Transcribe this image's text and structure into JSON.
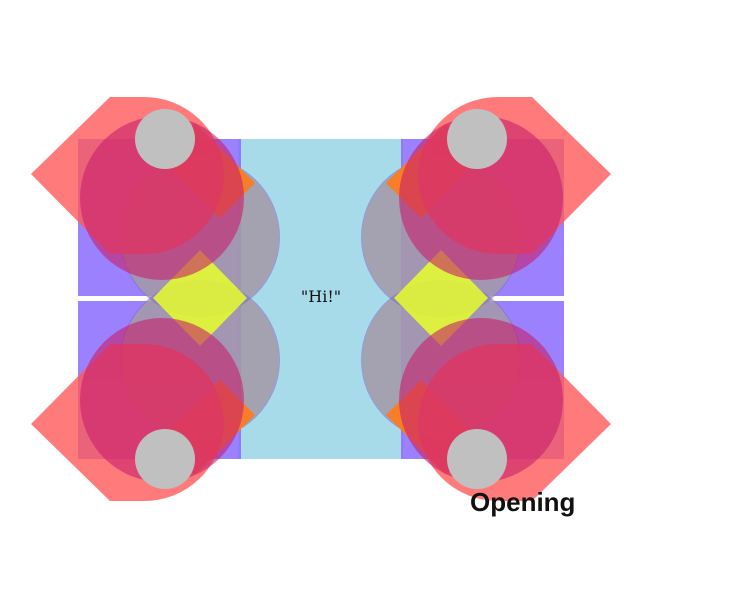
{
  "greeting": "\"Hi!\"",
  "status_label": "Opening",
  "colors": {
    "background": "#ffffff",
    "center_panel": "#a8dbe9",
    "side_panel": "#8b6bff",
    "petal": "#ff5a5a",
    "lens": "#e8f25a",
    "diamond": "#e7ff2a",
    "knob": "#c0c0c0",
    "accent": "#ff7a1a",
    "seam": "#ffffff"
  },
  "icons": [
    "flower-petal-shape",
    "knob-circle",
    "diamond-shape"
  ]
}
